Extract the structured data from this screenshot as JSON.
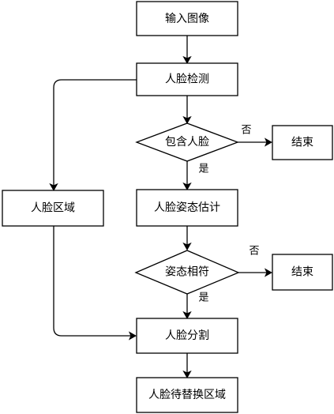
{
  "nodes": {
    "input_image": "输入图像",
    "face_detection": "人脸检测",
    "contains_face": "包含人脸",
    "end_1": "结束",
    "face_region": "人脸区域",
    "pose_estimation": "人脸姿态估计",
    "pose_similar": "姿态相符",
    "end_2": "结束",
    "face_segmentation": "人脸分割",
    "face_replace_region": "人脸待替换区域"
  },
  "edge_labels": {
    "no_1": "否",
    "yes_1": "是",
    "no_2": "否",
    "yes_2": "是"
  },
  "colors": {
    "stroke": "#000000",
    "fill": "#ffffff"
  }
}
